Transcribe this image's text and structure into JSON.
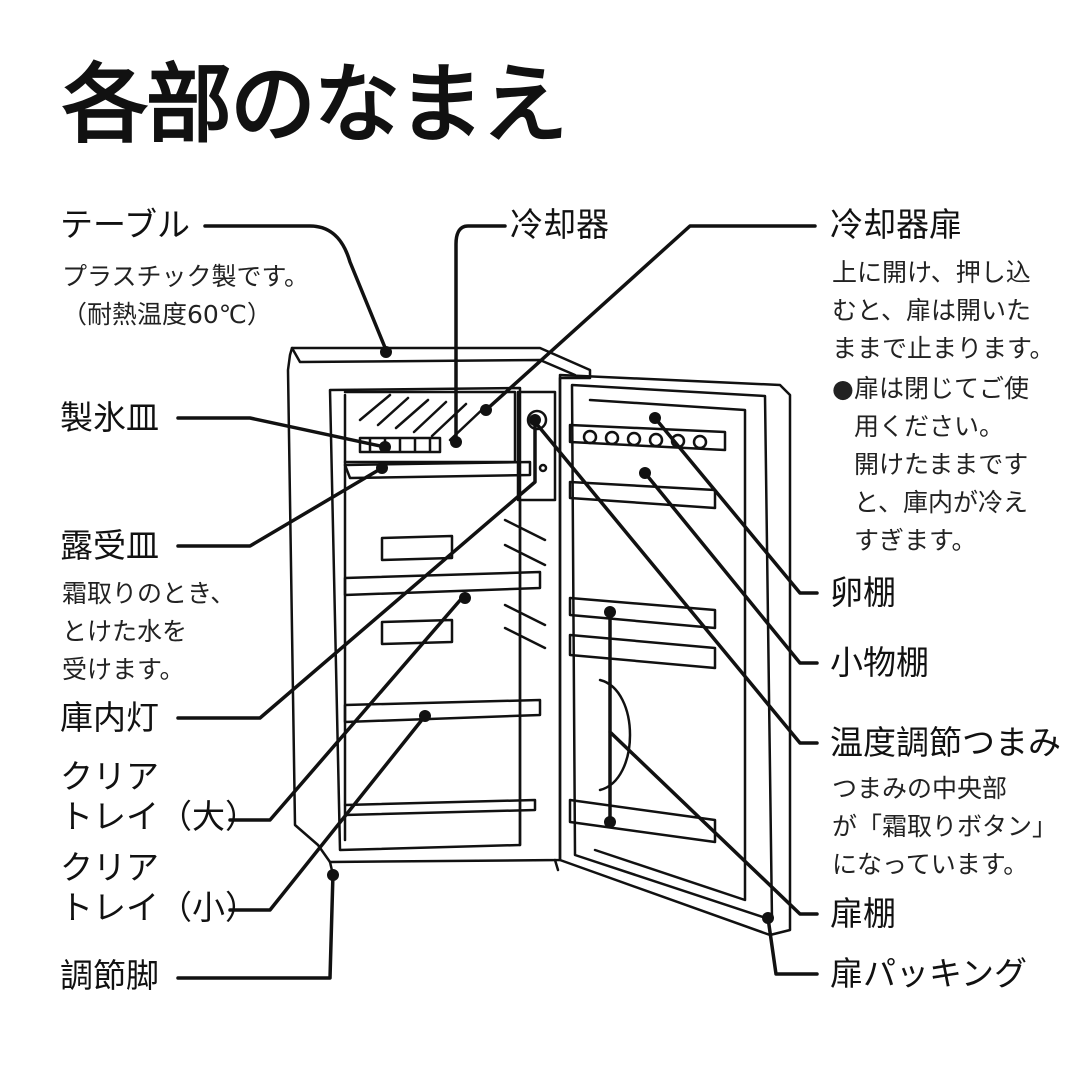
{
  "title": "各部のなまえ",
  "left_labels": {
    "table": {
      "name": "テーブル",
      "note": [
        "プラスチック製です。",
        "（耐熱温度60℃）"
      ]
    },
    "ice_tray": {
      "name": "製氷皿"
    },
    "drip_tray": {
      "name": "露受皿",
      "note": [
        "霜取りのとき、",
        "とけた水を",
        "受けます。"
      ]
    },
    "light": {
      "name": "庫内灯"
    },
    "clear_tray_large": {
      "name": [
        "クリア",
        "トレイ（大）"
      ]
    },
    "clear_tray_small": {
      "name": [
        "クリア",
        "トレイ（小）"
      ]
    },
    "leveling_feet": {
      "name": "調節脚"
    }
  },
  "top_labels": {
    "cooler": {
      "name": "冷却器"
    }
  },
  "right_labels": {
    "cooler_door": {
      "name": "冷却器扉",
      "note": [
        "上に開け、押し込",
        "むと、扉は開いた",
        "ままで止まります。"
      ],
      "bullet_mark": "●",
      "bullet": [
        "扉は閉じてご使",
        "用ください。",
        "開けたままです",
        "と、庫内が冷え",
        "すぎます。"
      ]
    },
    "egg_shelf": {
      "name": "卵棚"
    },
    "small_shelf": {
      "name": "小物棚"
    },
    "temp_knob": {
      "name": "温度調節つまみ",
      "note": [
        "つまみの中央部",
        "が「霜取りボタン」",
        "になっています。"
      ]
    },
    "door_shelf": {
      "name": "扉棚"
    },
    "door_packing": {
      "name": "扉パッキング"
    }
  }
}
